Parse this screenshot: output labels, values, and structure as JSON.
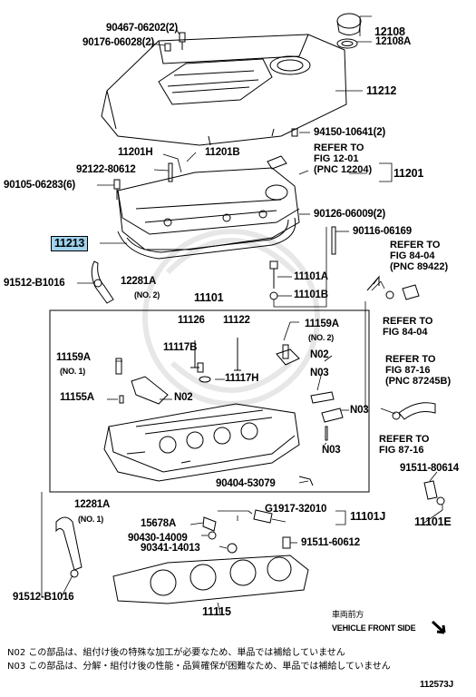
{
  "labels": {
    "p90467": "90467-06202(2)",
    "p90176": "90176-06028(2)",
    "p12108": "12108",
    "p12108a": "12108A",
    "p11212": "11212",
    "p94150": "94150-10641(2)",
    "p11201h": "11201H",
    "p11201b": "11201B",
    "p92122": "92122-80612",
    "p90105": "90105-06283(6)",
    "p11201": "11201",
    "p90126": "90126-06009(2)",
    "p11213": "11213",
    "p90116": "90116-06169",
    "p91512a": "91512-B1016",
    "p12281a_top": "12281A",
    "p12281a_top_note": "(NO. 2)",
    "p11101a": "11101A",
    "p11101b": "11101B",
    "p11101": "11101",
    "p11126": "11126",
    "p11122": "11122",
    "p11159a_top": "11159A",
    "p11159a_top_note": "(NO. 2)",
    "p11117b": "11117B",
    "p11117h": "11117H",
    "pN02a": "N02",
    "pN03a": "N03",
    "p11159a_left": "11159A",
    "p11159a_left_note": "(NO. 1)",
    "p11155a": "11155A",
    "pN02b": "N02",
    "pN03b": "N03",
    "pN03c": "N03",
    "p90404": "90404-53079",
    "p91511a": "91511-80614",
    "p12281a_low": "12281A",
    "p12281a_low_note": "(NO. 1)",
    "pG1917": "G1917-32010",
    "p11101j": "11101J",
    "p11101e": "11101E",
    "p15678a": "15678A",
    "p90430": "90430-14009",
    "p90341": "90341-14013",
    "p91511b": "91511-60612",
    "p91512b": "91512-B1016",
    "p11115": "11115"
  },
  "refs": {
    "r1": [
      "REFER TO",
      "FIG 12-01",
      "(PNC 12204)"
    ],
    "r2": [
      "REFER TO",
      "FIG 84-04",
      "(PNC 89422)"
    ],
    "r3": [
      "REFER TO",
      "FIG 84-04"
    ],
    "r4": [
      "REFER TO",
      "FIG 87-16",
      "(PNC 87245B)"
    ],
    "r5": [
      "REFER TO",
      "FIG 87-16"
    ]
  },
  "vehicle_front": {
    "jp": "車両前方",
    "en": "VEHICLE FRONT SIDE"
  },
  "notes": {
    "n02": "N02  この部品は、組付け後の特殊な加工が必要なため、単品では補給していません",
    "n03": "N03  この部品は、分解・組付け後の性能・品質確保が困難なため、単品では補給していません"
  },
  "figure_id": "112573J",
  "colors": {
    "highlight": "#9fd3ef",
    "ink": "#000000"
  }
}
